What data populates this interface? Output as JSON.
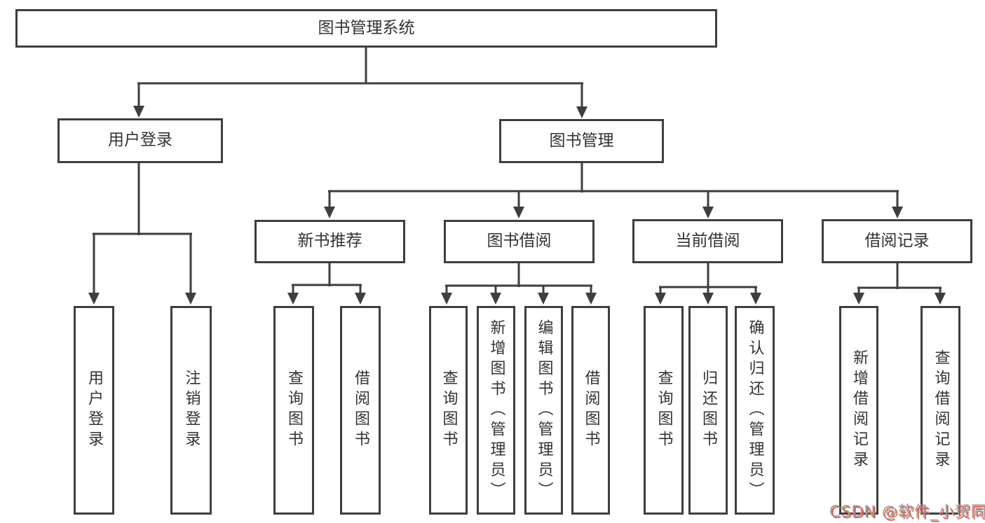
{
  "colors": {
    "line": "#3e3e3e",
    "box_border": "#3e3e3e",
    "text": "#333333",
    "background": "#ffffff",
    "watermark_text": "#9c9c9c",
    "watermark_shadow": "#e2553f"
  },
  "diagram": {
    "root": {
      "label": "图书管理系统"
    },
    "branches": {
      "user_login": {
        "label": "用户登录"
      },
      "book_management": {
        "label": "图书管理"
      }
    },
    "modules": {
      "new_book_recommend": {
        "label": "新书推荐"
      },
      "book_borrowing": {
        "label": "图书借阅"
      },
      "current_borrowing": {
        "label": "当前借阅"
      },
      "borrow_records": {
        "label": "借阅记录"
      }
    },
    "leaves": {
      "user_login": {
        "label": "用户登录"
      },
      "logout": {
        "label": "注销登录"
      },
      "nbr_query_books": {
        "label": "查询图书"
      },
      "nbr_borrow_books": {
        "label": "借阅图书"
      },
      "bb_query_books": {
        "label": "查询图书"
      },
      "bb_add_book_admin": {
        "label": "新增图书（管理员）"
      },
      "bb_edit_book_admin": {
        "label": "编辑图书（管理员）"
      },
      "bb_borrow_books": {
        "label": "借阅图书"
      },
      "cb_query_books": {
        "label": "查询图书"
      },
      "cb_return_books": {
        "label": "归还图书"
      },
      "cb_confirm_return_admin": {
        "label": "确认归还（管理员）"
      },
      "br_add_record": {
        "label": "新增借阅记录"
      },
      "br_query_record": {
        "label": "查询借阅记录"
      }
    }
  },
  "watermark": {
    "text": "CSDN @软件_小贺同学"
  }
}
